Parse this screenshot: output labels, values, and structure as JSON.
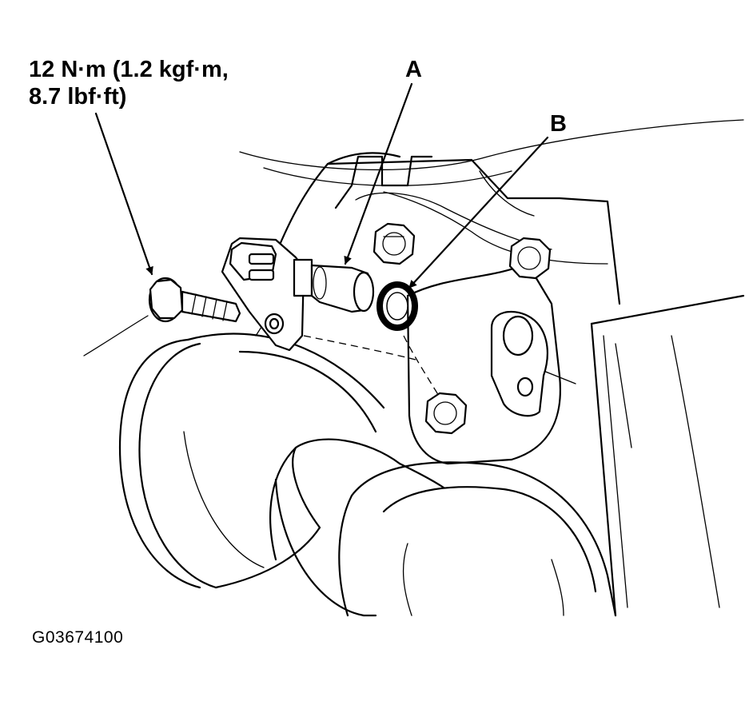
{
  "callouts": {
    "torque_line_1": "12 N·m (1.2 kgf·m,",
    "torque_line_2": "8.7 lbf·ft)",
    "label_a": "A",
    "label_b": "B"
  },
  "figure_id": "G03674100",
  "colors": {
    "ink": "#000000",
    "paper": "#ffffff"
  }
}
